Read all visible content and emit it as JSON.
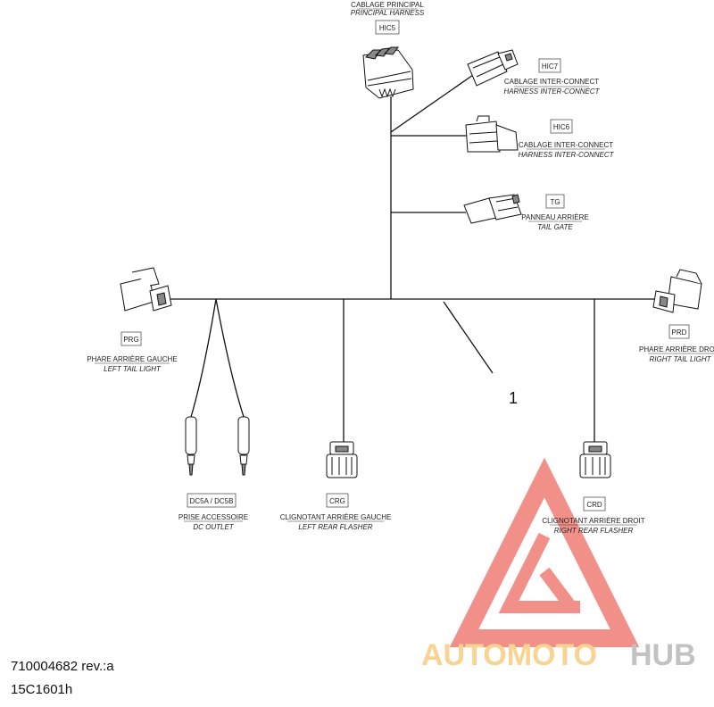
{
  "part_number_callout": "1",
  "footer": {
    "line1": "710004682 rev.:a",
    "line2": "15C1601h"
  },
  "connectors": [
    {
      "code": "HIC5",
      "fr": "CABLAGE PRINCIPAL",
      "en": "PRINCIPAL HARNESS"
    },
    {
      "code": "HIC7",
      "fr": "CABLAGE INTER-CONNECT",
      "en": "HARNESS INTER-CONNECT"
    },
    {
      "code": "HIC6",
      "fr": "CABLAGE INTER-CONNECT",
      "en": "HARNESS INTER-CONNECT"
    },
    {
      "code": "TG",
      "fr": "PANNEAU ARRIÈRE",
      "en": "TAIL GATE"
    },
    {
      "code": "PRG",
      "fr": "PHARE ARRIÈRE GAUCHE",
      "en": "LEFT TAIL LIGHT"
    },
    {
      "code": "PRD",
      "fr": "PHARE ARRIÈRE DROIT",
      "en": "RIGHT TAIL LIGHT"
    },
    {
      "code": "DC5A / DC5B",
      "fr": "PRISE ACCESSOIRE",
      "en": "DC OUTLET"
    },
    {
      "code": "CRG",
      "fr": "CLIGNOTANT ARRIÈRE GAUCHE",
      "en": "LEFT REAR FLASHER"
    },
    {
      "code": "CRD",
      "fr": "CLIGNOTANT ARRIÈRE DROIT",
      "en": "RIGHT REAR FLASHER"
    }
  ],
  "watermark": {
    "part1": "AUTOMOTO",
    "part2": "HUB",
    "color1": "#f4b74a",
    "color2": "#9a9a9a",
    "triangle_color": "#e8483a"
  }
}
